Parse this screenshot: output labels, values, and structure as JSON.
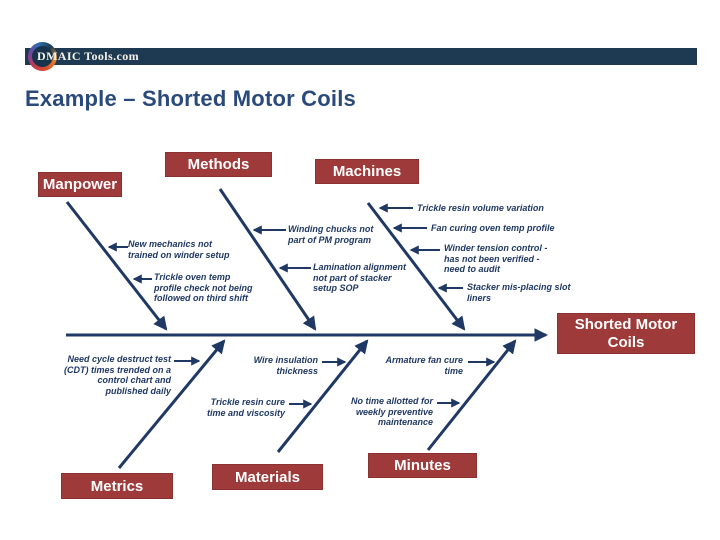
{
  "header": {
    "logo_text": "DMAIC Tools.com"
  },
  "title": "Example – Shorted Motor Coils",
  "colors": {
    "header_bar": "#1d3a52",
    "box_maroon": "#9e3a39",
    "line_navy": "#1f3864",
    "title_blue": "#2a4a7b"
  },
  "diagram": {
    "effect_label": "Shorted Motor\nCoils",
    "categories": [
      {
        "label": "Manpower",
        "causes": [
          "New mechanics not\ntrained on winder setup",
          "Trickle oven temp\nprofile check not being\nfollowed on third shift"
        ]
      },
      {
        "label": "Methods",
        "causes": [
          "Winding chucks not\npart of PM program",
          "Lamination alignment\nnot part of stacker\nsetup SOP"
        ]
      },
      {
        "label": "Machines",
        "causes": [
          "Trickle resin volume variation",
          "Fan curing oven temp profile",
          "Winder tension control -\nhas not been verified -\nneed to audit",
          "Stacker mis-placing slot\nliners"
        ]
      },
      {
        "label": "Metrics",
        "causes": [
          "Need cycle destruct test\n(CDT) times trended on a\ncontrol chart and\npublished daily"
        ]
      },
      {
        "label": "Materials",
        "causes": [
          "Wire insulation\nthickness",
          "Trickle resin cure\ntime and viscosity"
        ]
      },
      {
        "label": "Minutes",
        "causes": [
          "Armature fan cure\ntime",
          "No time allotted for\nweekly preventive\nmaintenance"
        ]
      }
    ]
  }
}
